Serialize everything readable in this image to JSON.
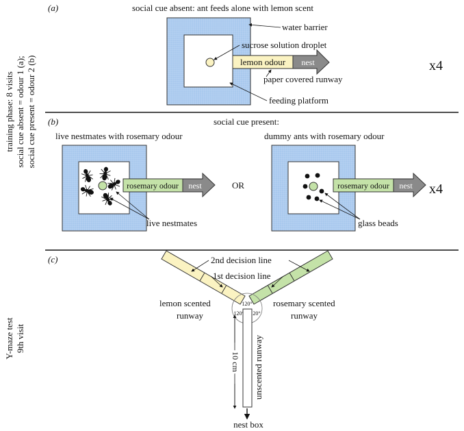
{
  "panels": {
    "a": {
      "label": "(a)",
      "title": "social cue absent: ant feeds alone with lemon scent",
      "water_barrier": "water barrier",
      "droplet": "sucrose solution droplet",
      "odour": "lemon odour",
      "nest": "nest",
      "runway": "paper covered runway",
      "platform": "feeding platform",
      "multiplier": "x4"
    },
    "b": {
      "label": "(b)",
      "title": "social cue present:",
      "left_title": "live nestmates with rosemary odour",
      "right_title": "dummy ants with rosemary odour",
      "odour": "rosemary odour",
      "nest": "nest",
      "or": "OR",
      "live_label": "live nestmates",
      "beads_label": "glass beads",
      "multiplier": "x4"
    },
    "c": {
      "label": "(c)",
      "decision2": "2nd decision line",
      "decision1": "1st decision line",
      "lemon_line1": "lemon scented",
      "lemon_line2": "runway",
      "rosemary_line1": "rosemary scented",
      "rosemary_line2": "runway",
      "angle": "120°",
      "length": "10 cm",
      "unscented": "unscented runway",
      "nest_box": "nest box"
    }
  },
  "side_labels": {
    "training": [
      "training phase: 8 visits",
      "social cue absent = odour 1 (a);",
      "social cue present = odour 2 (b)"
    ],
    "test": [
      "Y-maze test",
      "9th visit"
    ]
  },
  "colors": {
    "water": "#a9c9ee",
    "lemon": "#fbf3c2",
    "rosemary": "#c4e2a8",
    "arrow": "#8a8a8a"
  }
}
